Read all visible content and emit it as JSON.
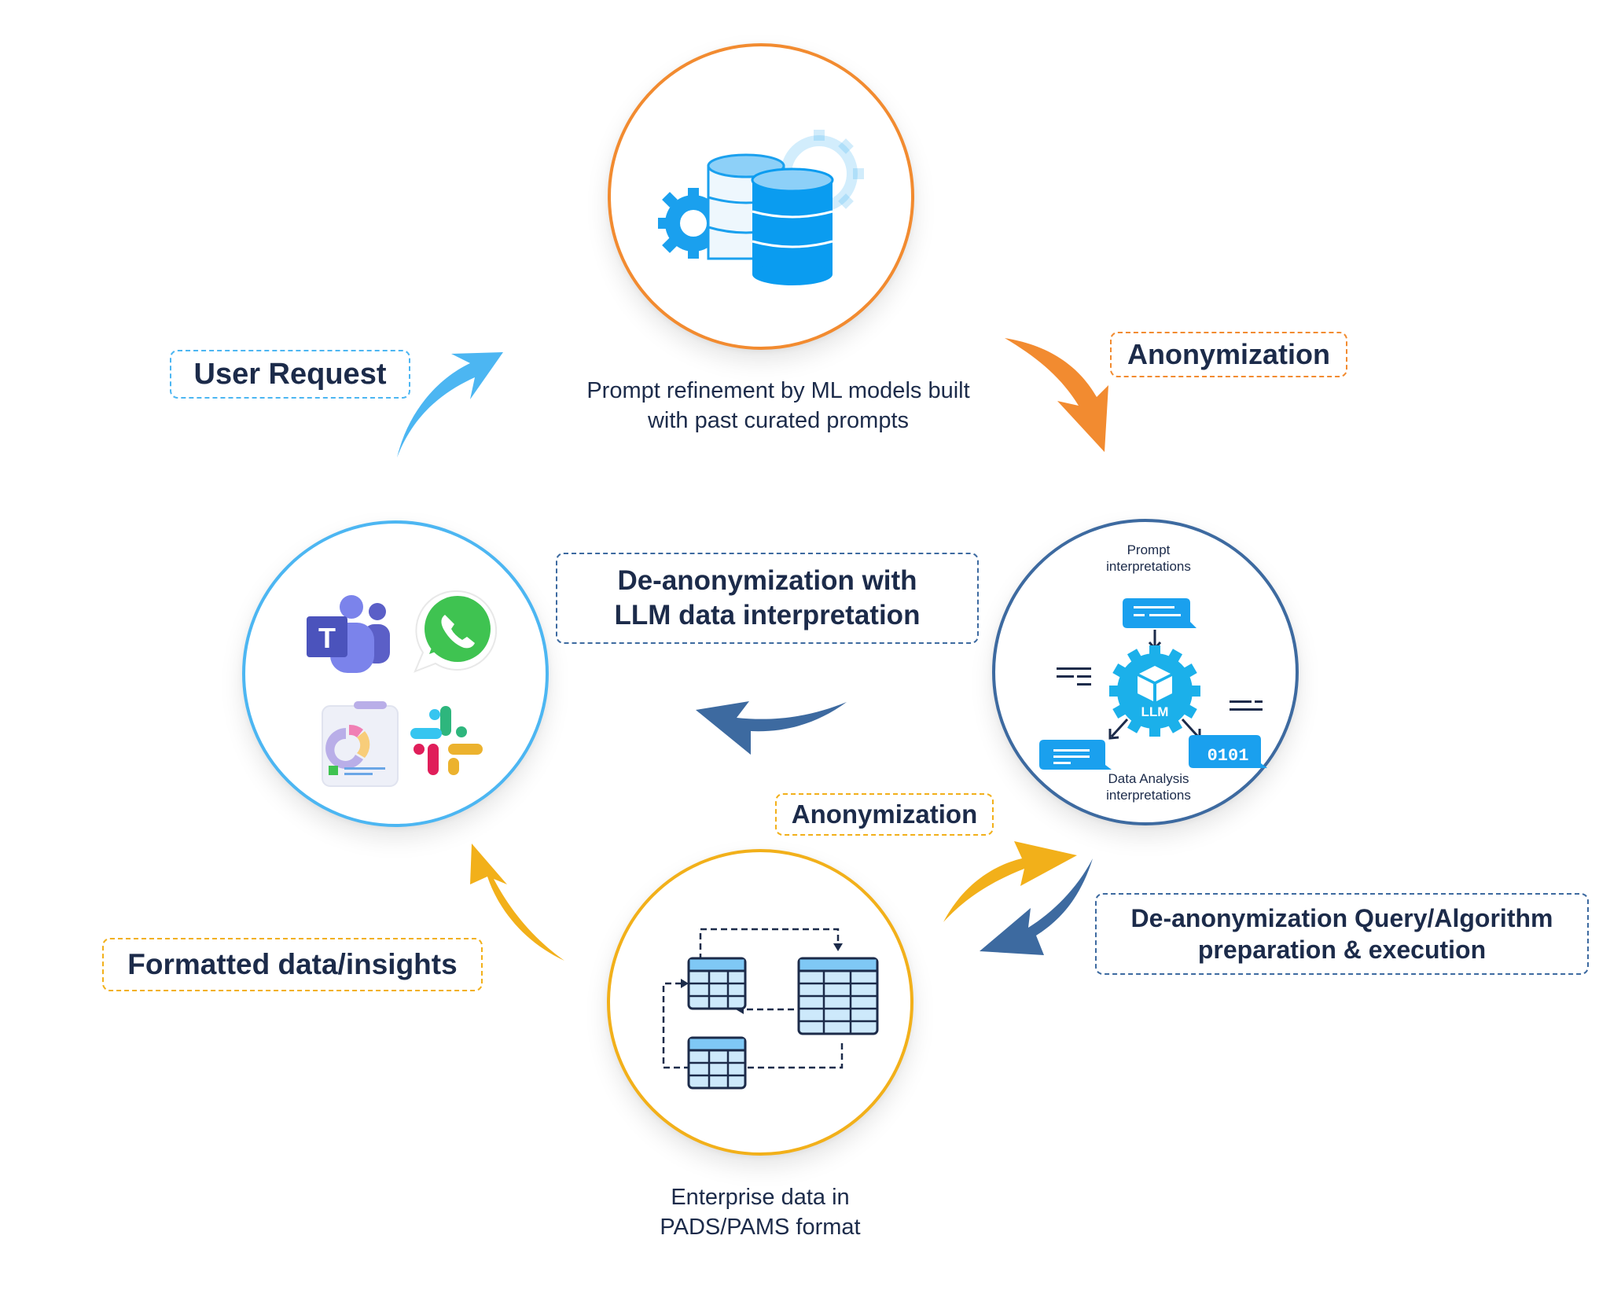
{
  "diagram": {
    "title": "LLM data interpretation workflow",
    "colors": {
      "text": "#1c2b4a",
      "orange": "#f28b30",
      "light_blue": "#4cb6f2",
      "navy": "#3d6aa0",
      "yellow": "#f2b01a",
      "icon_blue": "#1aa0ee"
    },
    "nodes": {
      "prompt_refinement": {
        "caption_line1": "Prompt refinement by  ML models built",
        "caption_line2": "with past curated prompts",
        "icon": "database-gear-icon"
      },
      "llm": {
        "top_label_line1": "Prompt",
        "top_label_line2": "interpretations",
        "center_label": "LLM",
        "binary_label": "0101",
        "bottom_label_line1": "Data Analysis",
        "bottom_label_line2": "interpretations",
        "icon": "llm-gear-icon"
      },
      "enterprise_data": {
        "caption_line1": "Enterprise data in",
        "caption_line2": "PADS/PAMS format",
        "icon": "linked-tables-icon"
      },
      "user_channels": {
        "apps": [
          "Microsoft Teams",
          "WhatsApp",
          "Report",
          "Slack"
        ],
        "teams_letter": "T"
      }
    },
    "edges": {
      "user_request": "User Request",
      "anonymization_top": "Anonymization",
      "deanon_llm_line1": "De-anonymization with",
      "deanon_llm_line2": "LLM data interpretation",
      "anonymization_bottom": "Anonymization",
      "deanon_query_line1": "De-anonymization Query/Algorithm",
      "deanon_query_line2": "preparation & execution",
      "formatted": "Formatted data/insights"
    }
  }
}
